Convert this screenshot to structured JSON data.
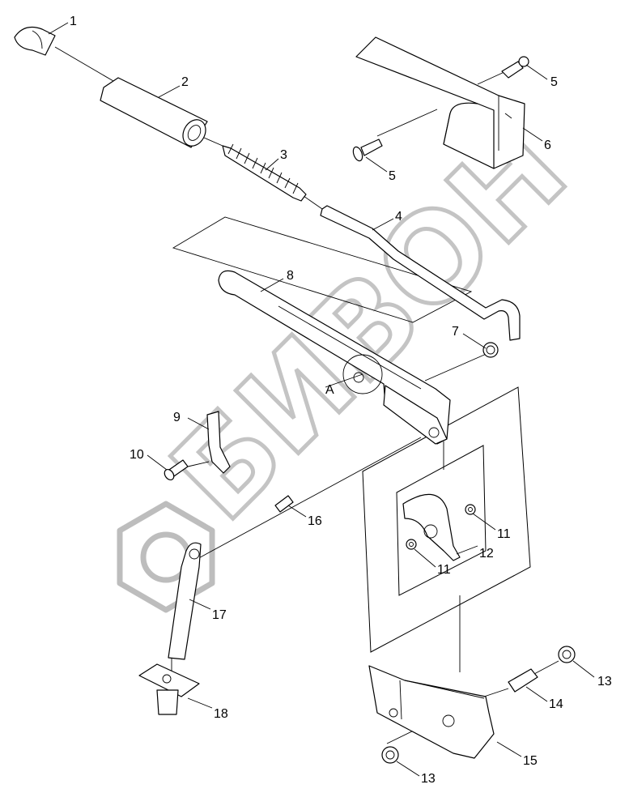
{
  "watermark": {
    "text": "БИВОН"
  },
  "view_label": "A",
  "callouts": [
    {
      "id": "c1",
      "label": "1"
    },
    {
      "id": "c2",
      "label": "2"
    },
    {
      "id": "c3",
      "label": "3"
    },
    {
      "id": "c4",
      "label": "4"
    },
    {
      "id": "c5a",
      "label": "5"
    },
    {
      "id": "c5b",
      "label": "5"
    },
    {
      "id": "c6",
      "label": "6"
    },
    {
      "id": "c7",
      "label": "7"
    },
    {
      "id": "c8",
      "label": "8"
    },
    {
      "id": "c9",
      "label": "9"
    },
    {
      "id": "c10",
      "label": "10"
    },
    {
      "id": "c11a",
      "label": "11"
    },
    {
      "id": "c11b",
      "label": "11"
    },
    {
      "id": "c12",
      "label": "12"
    },
    {
      "id": "c13a",
      "label": "13"
    },
    {
      "id": "c13b",
      "label": "13"
    },
    {
      "id": "c14",
      "label": "14"
    },
    {
      "id": "c15",
      "label": "15"
    },
    {
      "id": "c16",
      "label": "16"
    },
    {
      "id": "c17",
      "label": "17"
    },
    {
      "id": "c18",
      "label": "18"
    }
  ]
}
